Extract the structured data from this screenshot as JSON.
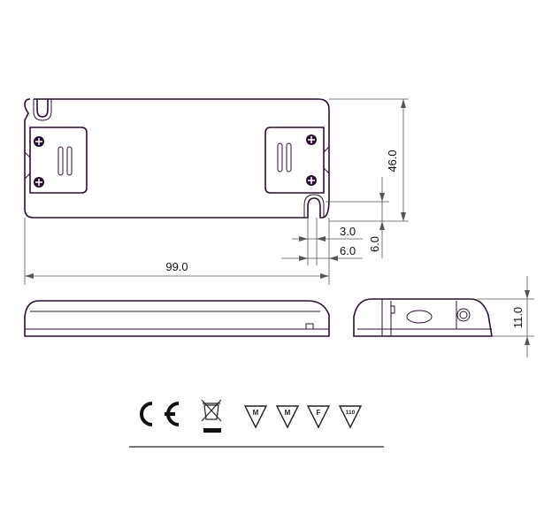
{
  "dimensions": {
    "length": "99.0",
    "width": "46.0",
    "height": "11.0",
    "slot_width": "3.0",
    "slot_offset": "6.0",
    "slot_depth": "6.0"
  },
  "certification_marks": {
    "ce": "CE",
    "marks": [
      "M",
      "M",
      "F",
      "110"
    ]
  },
  "colors": {
    "outline": "#2a1030",
    "dimension": "#555555"
  }
}
